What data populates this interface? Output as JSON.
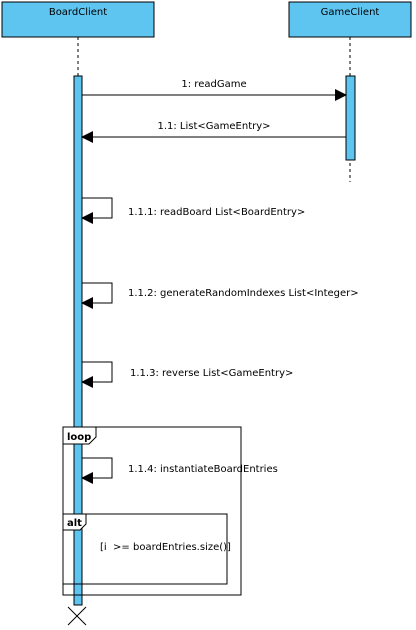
{
  "participants": [
    {
      "name": "BoardClient"
    },
    {
      "name": "GameClient"
    }
  ],
  "messages": [
    {
      "label": "1: readGame"
    },
    {
      "label": "1.1: List<GameEntry>"
    },
    {
      "label": "1.1.1: readBoard List<BoardEntry>"
    },
    {
      "label": "1.1.2: generateRandomIndexes List<Integer>"
    },
    {
      "label": "1.1.3: reverse List<GameEntry>"
    },
    {
      "label": "1.1.4: instantiateBoardEntries"
    }
  ],
  "fragments": {
    "loop": {
      "operator": "loop"
    },
    "alt": {
      "operator": "alt",
      "guard": "[i  >= boardEntries.size()]"
    }
  },
  "colors": {
    "participant_fill": "#5ec5f0",
    "activation_fill": "#5ec5f0",
    "line": "#000000"
  }
}
